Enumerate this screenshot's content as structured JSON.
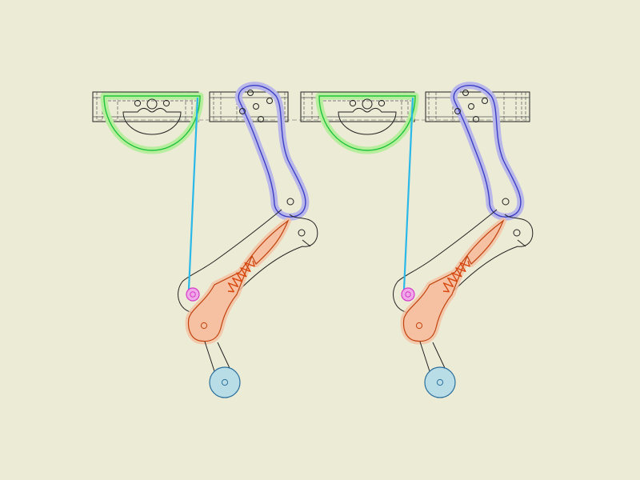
{
  "colors": {
    "background": "#ECEBD6",
    "outline": "#222222",
    "hidden_line": "#555555",
    "hip_mount": "#1FC43A",
    "hip_mount_glow": "#B6EE9E",
    "femur": "#3B3FC4",
    "femur_glow": "#B9B7EA",
    "tendon": "#29B8E8",
    "tibia_fill": "#F5C1A2",
    "tibia_stroke": "#C2410C",
    "spring": "#D9480F",
    "ankle_pin": "#D63AC9",
    "ankle_pin_fill": "#F0A8E8",
    "foot_fill": "#B9DDE6",
    "foot_stroke": "#2A6F9C"
  },
  "icons": {
    "frame": "mounting-rail",
    "hip": "hip-mount-bracket",
    "femur": "femur-link",
    "tibia": "tibia-link",
    "spring": "compression-spring",
    "pin": "ankle-pin",
    "foot": "foot-pad"
  },
  "legs": [
    {
      "id": "left-leg"
    },
    {
      "id": "right-leg"
    }
  ]
}
